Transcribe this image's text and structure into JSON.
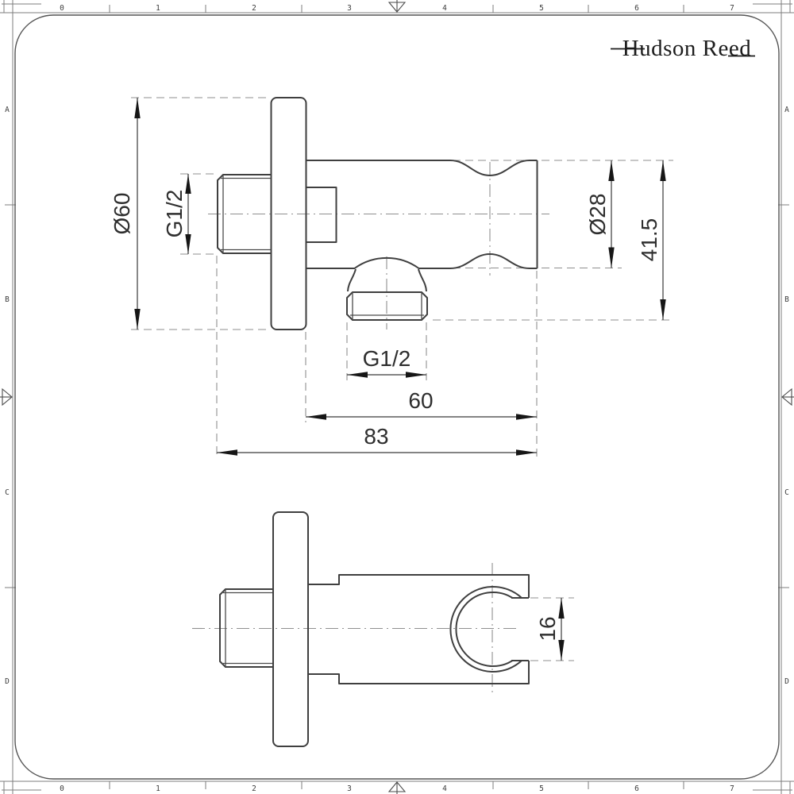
{
  "brand": {
    "logo_text": "Hudson Reed"
  },
  "frame": {
    "top_ruler": [
      "0",
      "1",
      "2",
      "3",
      "4",
      "5",
      "6",
      "7"
    ],
    "bottom_ruler": [
      "0",
      "1",
      "2",
      "3",
      "4",
      "5",
      "6",
      "7"
    ],
    "left_ruler": [
      "A",
      "B",
      "C",
      "D"
    ],
    "right_ruler": [
      "A",
      "B",
      "C",
      "D"
    ]
  },
  "side_view": {
    "plate_diameter": "Ø60",
    "inlet_thread": "G1/2",
    "body_diameter": "Ø28",
    "total_height": "41.5",
    "outlet_thread": "G1/2",
    "wall_projection": "60",
    "total_projection": "83"
  },
  "plan_view": {
    "holder_gap": "16"
  },
  "colors": {
    "line": "#3f3f3f",
    "dimension": "#2e2e2e",
    "construction": "#8f8f8f",
    "frame": "#7d7d7d",
    "background": "#ffffff"
  }
}
